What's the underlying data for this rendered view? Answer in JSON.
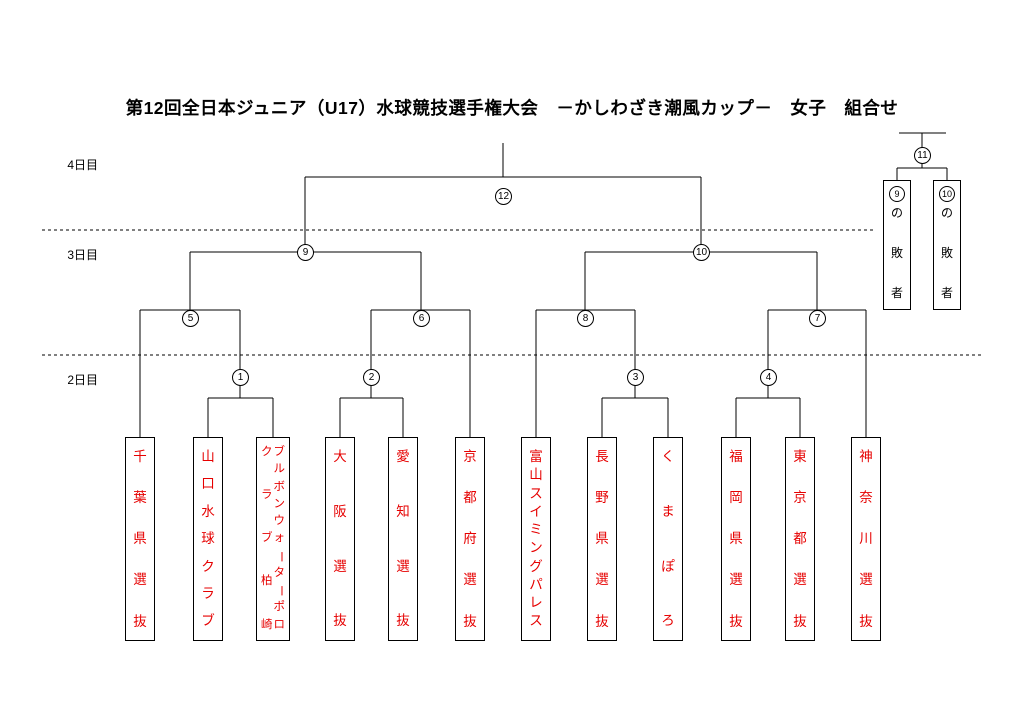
{
  "title": "第12回全日本ジュニア（U17）水球競技選手権大会　－かしわざき潮風カップ－　女子　組合せ",
  "days": [
    "4日目",
    "3日目",
    "2日目"
  ],
  "teams": [
    {
      "name": "千葉県選抜",
      "lines": [
        "千葉県選抜"
      ]
    },
    {
      "name": "山口水球クラブ",
      "lines": [
        "山口水球クラブ"
      ]
    },
    {
      "name": "ブルボンウォーターポロクラブ柏崎",
      "lines": [
        "ブルボンウォーターポロ",
        "クラブ柏崎"
      ]
    },
    {
      "name": "大阪選抜",
      "lines": [
        "大阪選抜"
      ]
    },
    {
      "name": "愛知選抜",
      "lines": [
        "愛知選抜"
      ]
    },
    {
      "name": "京都府選抜",
      "lines": [
        "京都府選抜"
      ]
    },
    {
      "name": "富山スイミングパレス",
      "lines": [
        "富山スイミングパレス"
      ]
    },
    {
      "name": "長野県選抜",
      "lines": [
        "長野県選抜"
      ]
    },
    {
      "name": "くまぽろ",
      "lines": [
        "くまぽろ"
      ]
    },
    {
      "name": "福岡県選抜",
      "lines": [
        "福岡県選抜"
      ]
    },
    {
      "name": "東京都選抜",
      "lines": [
        "東京都選抜"
      ]
    },
    {
      "name": "神奈川選抜",
      "lines": [
        "神奈川選抜"
      ]
    }
  ],
  "matches": [
    "1",
    "2",
    "3",
    "4",
    "5",
    "6",
    "7",
    "8",
    "9",
    "10",
    "11",
    "12"
  ],
  "consolation": {
    "slots": [
      {
        "number": "9",
        "label": "の敗者",
        "label_lines": [
          "の敗者"
        ]
      },
      {
        "number": "10",
        "label": "の敗者",
        "label_lines": [
          "の敗者"
        ]
      }
    ]
  },
  "colors": {
    "team_text": "#e60000",
    "line": "#000000"
  }
}
